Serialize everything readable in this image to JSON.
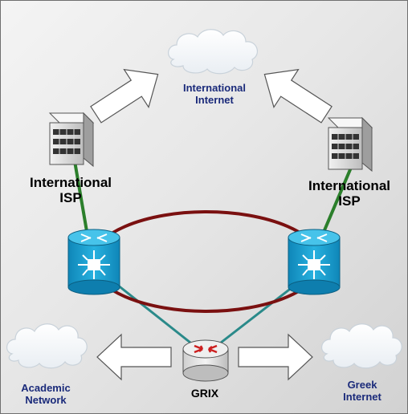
{
  "labels": {
    "international_internet": [
      "International",
      "Internet"
    ],
    "isp_left": [
      "International",
      "ISP"
    ],
    "isp_right": [
      "International",
      "ISP"
    ],
    "academic_network": [
      "Academic",
      "Network"
    ],
    "greek_internet": [
      "Greek",
      "Internet"
    ],
    "grix": "GRIX"
  },
  "icons": {
    "cloud": "cloud-icon",
    "server": "server-building-icon",
    "router_switch": "multilayer-switch-icon",
    "router": "router-icon",
    "arrow": "block-arrow-icon"
  },
  "colors": {
    "ring": "#7a1010",
    "uplink": "#2b7f2b",
    "downlink": "#2a8a8a",
    "switch_blue": "#1a9fcf",
    "label_navy": "#1a2a7a"
  }
}
